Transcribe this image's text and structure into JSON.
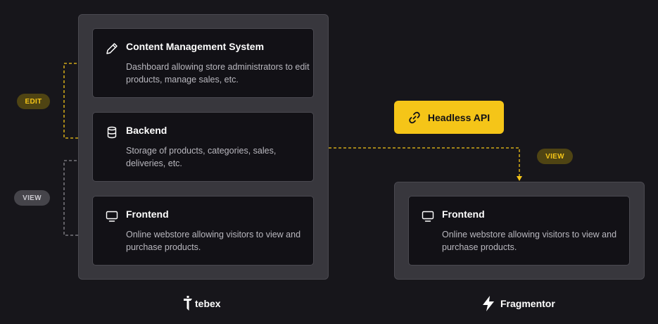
{
  "colors": {
    "accent": "#f5c518",
    "background": "#17161b",
    "panel": "#38373d",
    "card": "#121116"
  },
  "tebex": {
    "cms": {
      "title": "Content Management System",
      "desc": "Dashboard allowing store administrators to edit products, manage sales, etc.",
      "icon": "pencil-icon"
    },
    "backend": {
      "title": "Backend",
      "desc": "Storage of products, categories, sales, deliveries, etc.",
      "icon": "database-icon"
    },
    "frontend": {
      "title": "Frontend",
      "desc": "Online webstore allowing visitors to view and purchase products.",
      "icon": "monitor-icon"
    },
    "brand": "tebex"
  },
  "fragmentor": {
    "frontend": {
      "title": "Frontend",
      "desc": "Online webstore allowing visitors to view and purchase products.",
      "icon": "monitor-icon"
    },
    "brand": "Fragmentor"
  },
  "badges": {
    "edit": "EDIT",
    "view_left": "VIEW",
    "view_right": "VIEW"
  },
  "api": {
    "label": "Headless API",
    "icon": "link-icon"
  }
}
